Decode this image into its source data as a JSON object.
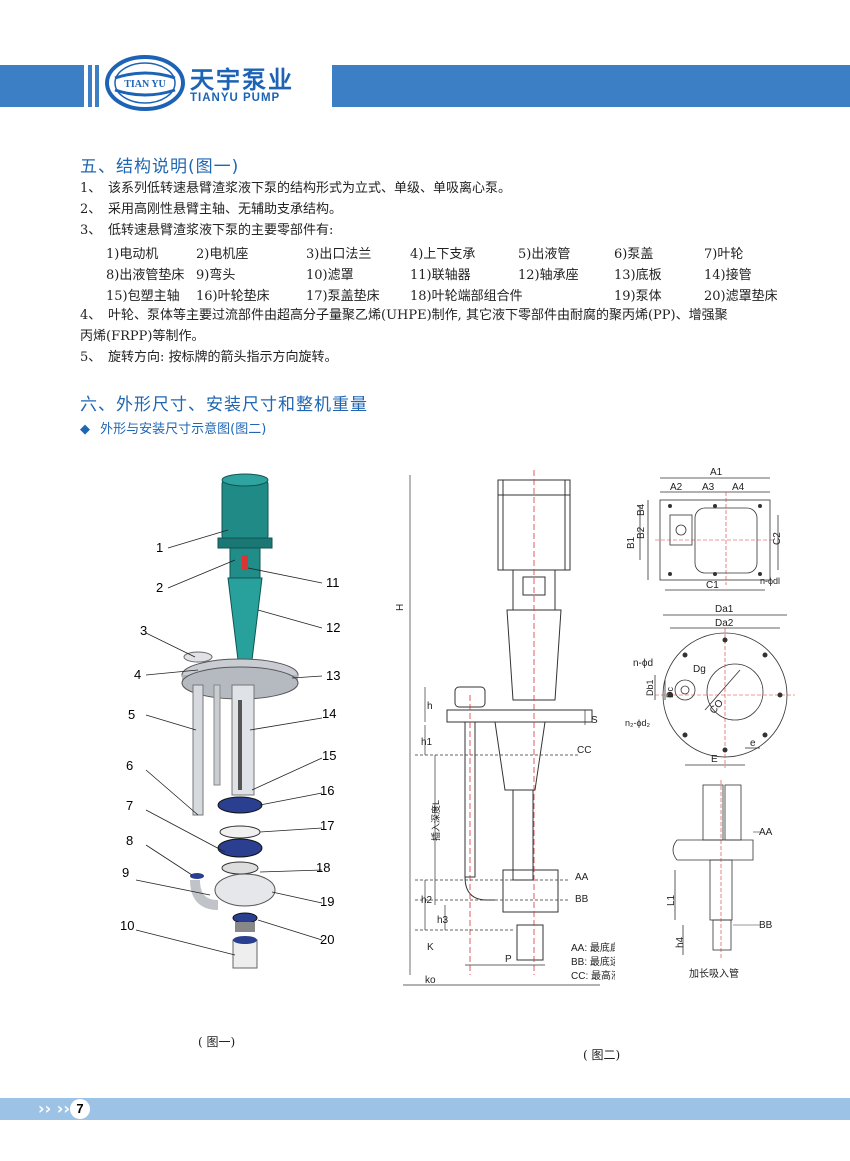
{
  "header": {
    "logo_ring_text": "TIAN YU",
    "company_cn": "天宇泵业",
    "company_en": "TIANYU PUMP",
    "brand_color": "#3d7fc4"
  },
  "section5": {
    "title": "五、结构说明(图一)",
    "items": [
      {
        "num": "1、",
        "text": "该系列低转速悬臂渣浆液下泵的结构形式为立式、单级、单吸离心泵。"
      },
      {
        "num": "2、",
        "text": "采用高刚性悬臂主轴、无辅助支承结构。"
      },
      {
        "num": "3、",
        "text": "低转速悬臂渣浆液下泵的主要零部件有:"
      }
    ],
    "parts": [
      [
        "1)电动机",
        "2)电机座",
        "3)出口法兰",
        "4)上下支承",
        "5)出液管",
        "6)泵盖",
        "7)叶轮"
      ],
      [
        "8)出液管垫床",
        "9)弯头",
        "10)滤罩",
        "11)联轴器",
        "12)轴承座",
        "13)底板",
        "14)接管"
      ],
      [
        "15)包塑主轴",
        "16)叶轮垫床",
        "17)泵盖垫床",
        "18)叶轮端部组合件",
        "19)泵体",
        "20)滤罩垫床"
      ]
    ],
    "item4_num": "4、",
    "item4_line1": "叶轮、泵体等主要过流部件由超高分子量聚乙烯(UHPE)制作, 其它液下零部件由耐腐的聚丙烯(PP)、增强聚",
    "item4_line2": "丙烯(FRPP)等制作。",
    "item5_num": "5、",
    "item5_text": "旋转方向: 按标牌的箭头指示方向旋转。"
  },
  "section6": {
    "title": "六、外形尺寸、安装尺寸和整机重量",
    "subtitle": "外形与安装尺寸示意图(图二)",
    "bullet": "◆"
  },
  "figure1": {
    "caption": "( 图一)",
    "left_labels": [
      "1",
      "2",
      "3",
      "4",
      "5",
      "6",
      "7",
      "8",
      "9",
      "10"
    ],
    "right_labels": [
      "11",
      "12",
      "13",
      "14",
      "15",
      "16",
      "17",
      "18",
      "19",
      "20"
    ]
  },
  "figure2": {
    "caption": "( 图二)",
    "dims": {
      "H": "H",
      "h": "h",
      "h1": "h1",
      "h2": "h2",
      "h3": "h3",
      "h4": "h4",
      "K": "K",
      "ko": "ko",
      "P": "P",
      "S": "S",
      "L": "插入深度L",
      "L1": "L1",
      "CC": "CC",
      "AA": "AA",
      "BB": "BB",
      "A1": "A1",
      "A2": "A2",
      "A3": "A3",
      "A4": "A4",
      "B1": "B1",
      "B2": "B2",
      "B4": "B4",
      "C1": "C1",
      "C2": "C2",
      "n_phi_dl": "n-ϕdl",
      "Da1": "Da1",
      "Da2": "Da2",
      "n_phi_d": "n-ϕd",
      "Dg": "Dg",
      "Db1": "Db1",
      "Dc": "Dc",
      "CO": "CO",
      "n2_phi_d2": "n₂-ϕd₂",
      "E": "E",
      "e": "e"
    },
    "legend": [
      "AA: 最底启动液位",
      "BB: 最底运行液位",
      "CC: 最高液位"
    ],
    "extension_label": "加长吸入管"
  },
  "footer": {
    "page_number": "7",
    "chevrons": "» »",
    "bar_color": "#9cc3e6"
  }
}
